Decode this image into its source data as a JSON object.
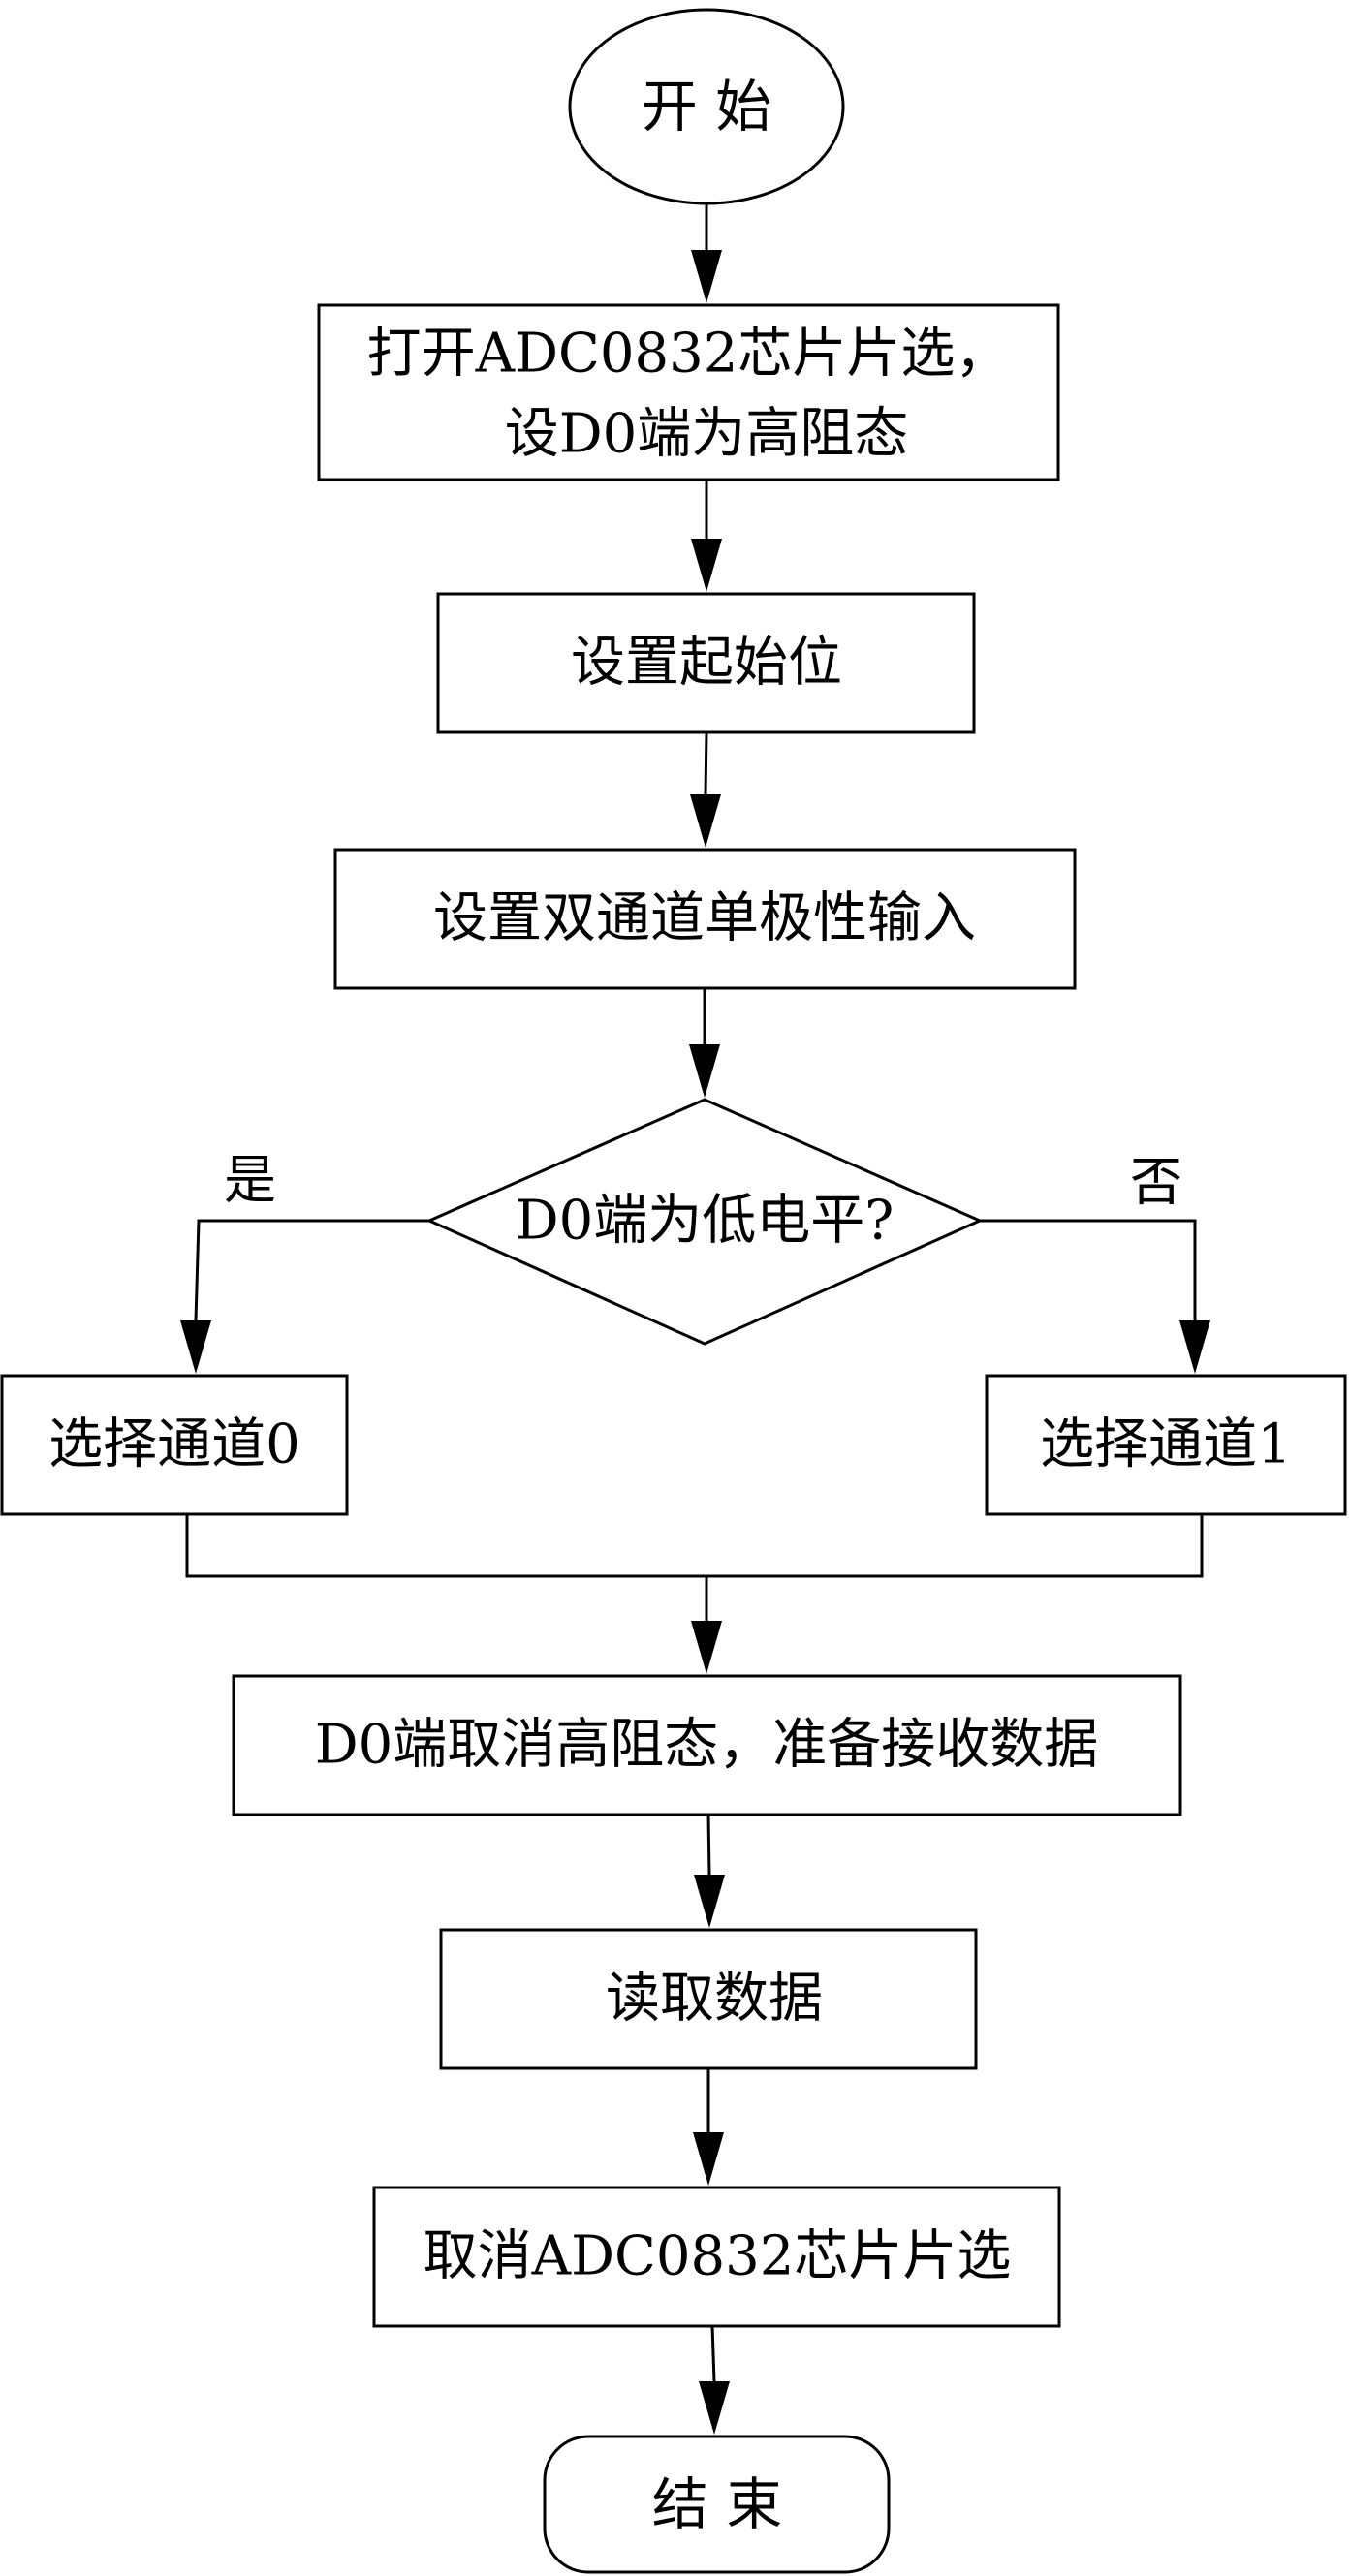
{
  "nodes": {
    "start": "开 始",
    "open_chip_line1": "打开ADC0832芯片片选，",
    "open_chip_line2": "设D0端为高阻态",
    "set_start_bit": "设置起始位",
    "set_dual_channel": "设置双通道单极性输入",
    "decision": "D0端为低电平?",
    "select_ch0": "选择通道0",
    "select_ch1": "选择通道1",
    "cancel_high_z": "D0端取消高阻态，准备接收数据",
    "read_data": "读取数据",
    "cancel_chip": "取消ADC0832芯片片选",
    "end": "结 束"
  },
  "branch_labels": {
    "yes": "是",
    "no": "否"
  }
}
